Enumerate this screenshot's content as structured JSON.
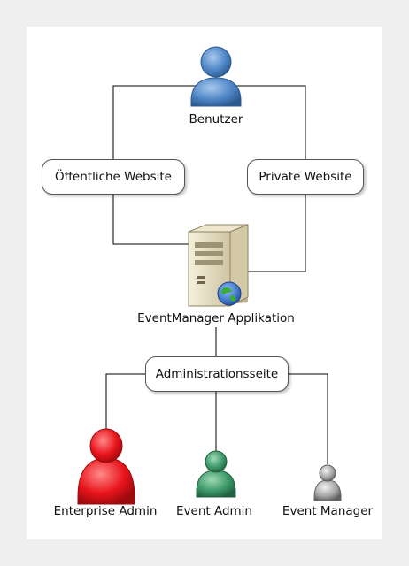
{
  "nodes": {
    "benutzer": "Benutzer",
    "public_site": "Öffentliche Website",
    "private_site": "Private Website",
    "app": "EventManager Applikation",
    "admin_page": "Administrationsseite",
    "enterprise_admin": "Enterprise Admin",
    "event_admin": "Event Admin",
    "event_manager": "Event Manager"
  },
  "colors": {
    "benutzer": "#4f86c6",
    "enterprise_admin": "#e8141b",
    "event_admin": "#3e9a6a",
    "event_manager": "#a9a9a9",
    "server": "#e6dcc0",
    "globe": "#2d6fd6",
    "line": "#000000"
  },
  "icons": {
    "benutzer": "person-icon",
    "app": "server-icon",
    "globe": "globe-icon",
    "enterprise_admin": "person-icon",
    "event_admin": "person-icon",
    "event_manager": "person-icon"
  }
}
